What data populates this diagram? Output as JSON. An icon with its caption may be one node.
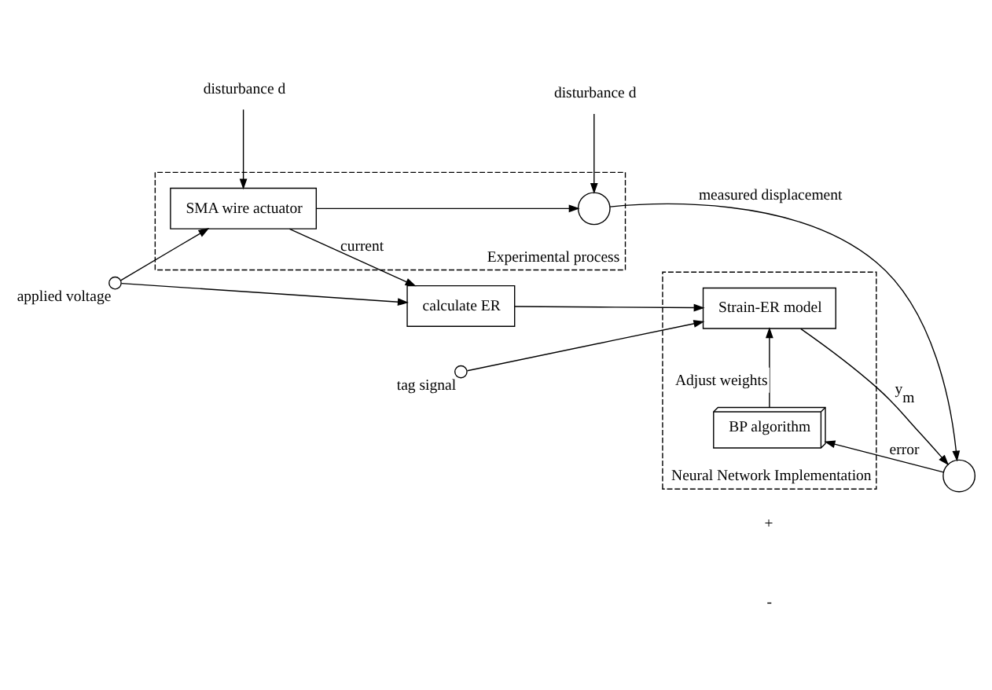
{
  "diagram": {
    "nodes": [
      {
        "text": [
          "Experimental process"
        ]
      },
      {
        "text": [
          "SMA wire actuator"
        ],
        "in": 0
      },
      {
        "text": [],
        "shape": "circle",
        "in": 0
      },
      {
        "text": [
          "Neural Network Implementation"
        ]
      },
      {
        "text": [
          "calculate ER"
        ]
      },
      {
        "text": [
          "Strain-ER model"
        ],
        "in": 3
      },
      {
        "text": [
          "BP algorithm"
        ],
        "in": 3
      },
      {
        "text": [],
        "shape": "circle"
      },
      {
        "text": [],
        "shape": "circle",
        "beside": [
          "applied voltage"
        ]
      },
      {
        "text": [],
        "shape": "circle",
        "beside": [
          "tag signal"
        ]
      },
      {
        "text": [
          "disturbance d"
        ]
      },
      {
        "text": [
          "disturbance d"
        ]
      }
    ],
    "edges": [
      {
        "from": 10,
        "to": 1,
        "arrow": "to"
      },
      {
        "from": 11,
        "to": 2,
        "arrow": "to"
      },
      {
        "from": 8,
        "to": 1,
        "arrow": "to"
      },
      {
        "from": 1,
        "to": 2,
        "arrow": "to"
      },
      {
        "from": 1,
        "to": 4,
        "arrow": "to",
        "label": "current"
      },
      {
        "from": 8,
        "to": 4,
        "arrow": "to"
      },
      {
        "from": 4,
        "to": 5,
        "arrow": "to"
      },
      {
        "from": 9,
        "to": 5,
        "arrow": "to"
      },
      {
        "from": 2,
        "to": 7,
        "arrow": "to",
        "label": "measured displacement"
      },
      {
        "from": 5,
        "to": 7,
        "arrow": "to",
        "label": "y$_{m}$"
      },
      {
        "from": 7,
        "to": 6,
        "arrow": "to",
        "label": "error"
      },
      {
        "from": 6,
        "to": 5,
        "arrow": "to",
        "label": "Adjust weights"
      }
    ],
    "labels": [
      "+",
      "-"
    ]
  }
}
